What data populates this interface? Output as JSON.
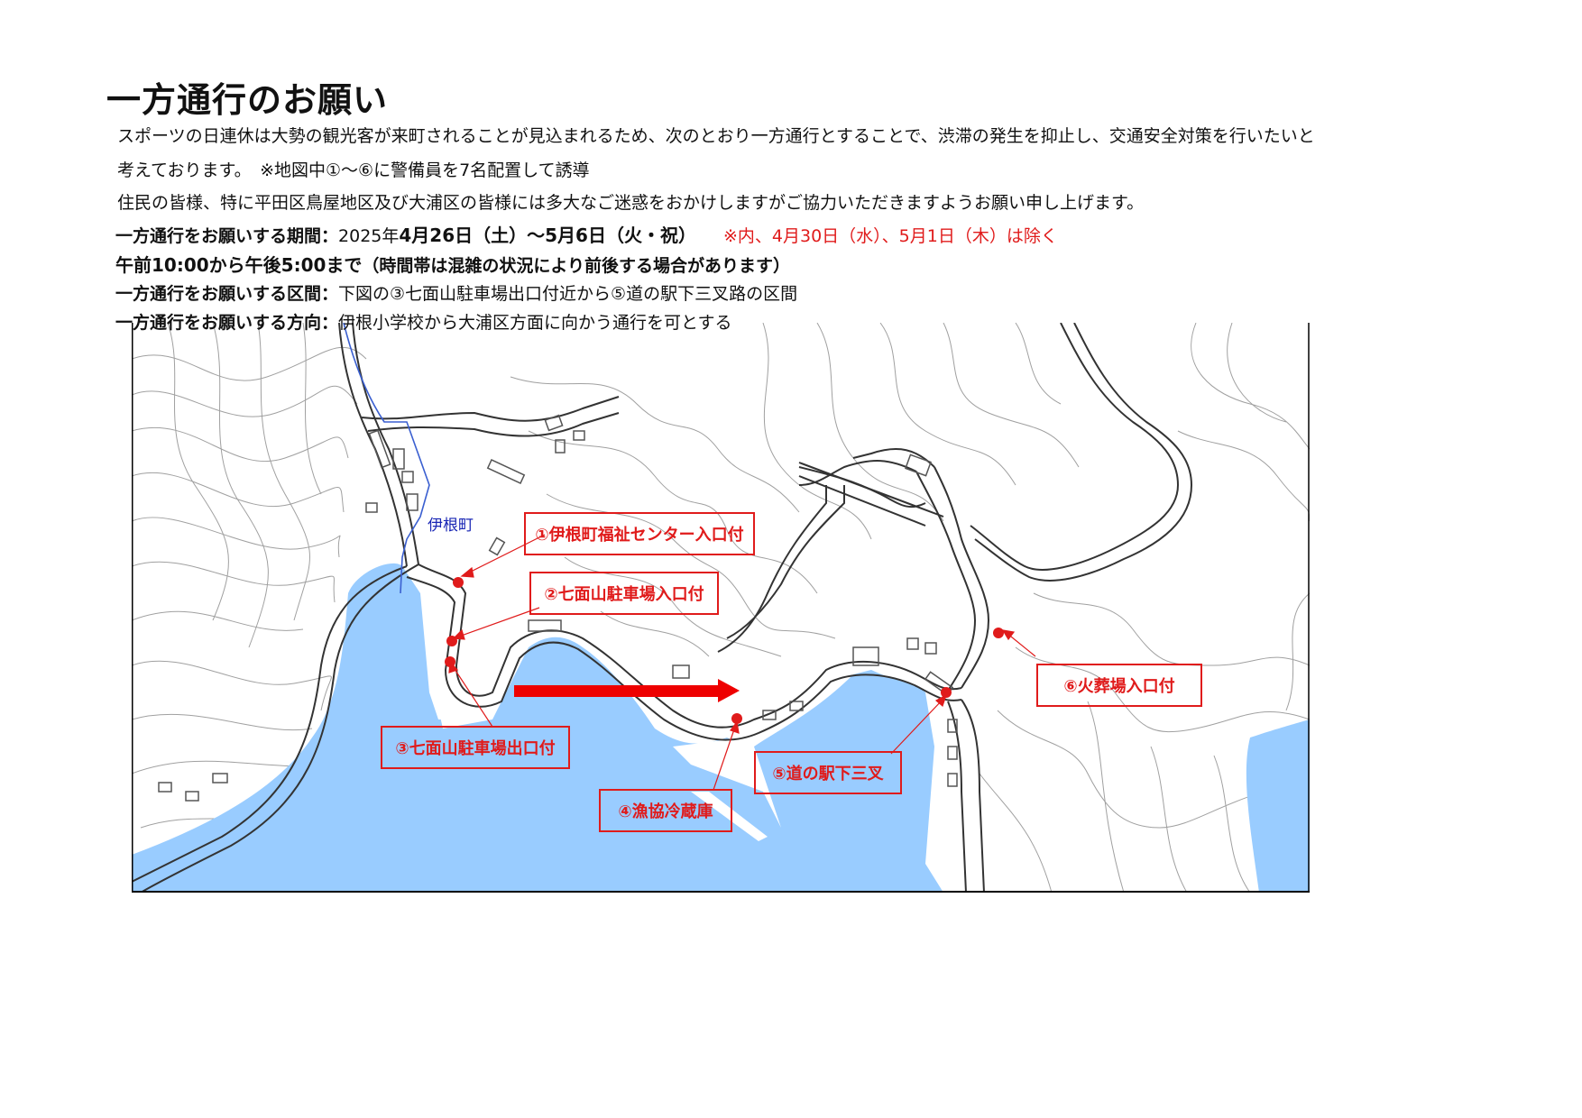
{
  "document": {
    "title": "一方通行のお願い",
    "intro_line1": "スポーツの日連休は大勢の観光客が来町されることが見込まれるため、次のとおり一方通行とすることで、渋滞の発生を抑止し、交通安全対策を行いたいと",
    "intro_line2": "考えております。　※地図中①～⑥に警備員を7名配置して誘導",
    "intro_line3": "住民の皆様、特に平田区鳥屋地区及び大浦区の皆様には多大なご迷惑をおかけしますがご協力いただきますようお願い申し上げます。",
    "period": {
      "label": "一方通行をお願いする期間：",
      "year": "2025年",
      "dates": "4月26日（土）～5月6日（火・祝）",
      "exclusion": "※内、4月30日（水）、5月1日（木）は除く"
    },
    "hours": {
      "main": "午前10:00から午後5:00まで",
      "note": "（時間帯は混雑の状況により前後する場合があります）"
    },
    "section": {
      "label": "一方通行をお願いする区間：",
      "value": "下図の③七面山駐車場出口付近から⑤道の駅下三叉路の区間"
    },
    "direction": {
      "label": "一方通行をお願いする方向：",
      "value": "伊根小学校から大浦区方面に向かう通行を可とする"
    }
  },
  "map": {
    "place_label": "伊根町",
    "colors": {
      "water": "#99ccff",
      "marker": "#e01b1b",
      "river": "#3a5fd0",
      "road": "#333333",
      "contour": "#9a9a9a"
    },
    "direction_arrow": "right-arrow",
    "callouts": [
      {
        "id": 1,
        "label": "①伊根町福祉センター入口付"
      },
      {
        "id": 2,
        "label": "②七面山駐車場入口付"
      },
      {
        "id": 3,
        "label": "③七面山駐車場出口付"
      },
      {
        "id": 4,
        "label": "④漁協冷蔵庫"
      },
      {
        "id": 5,
        "label": "⑤道の駅下三叉"
      },
      {
        "id": 6,
        "label": "⑥火葬場入口付"
      }
    ]
  }
}
